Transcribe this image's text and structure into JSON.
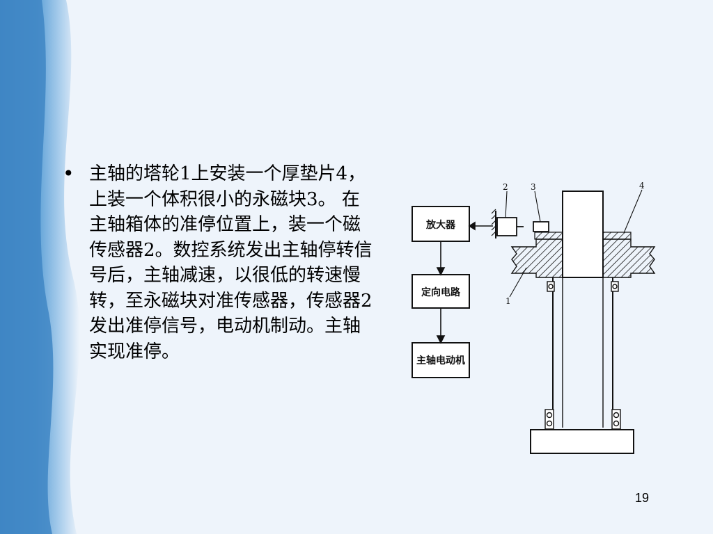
{
  "slide": {
    "bullet_text": "主轴的塔轮1上安装一个厚垫片4，上装一个体积很小的永磁块3。 在主轴箱体的准停位置上，装一个磁传感器2。数控系统发出主轴停转信号后，主轴减速，以很低的转速慢转，至永磁块对准传感器，传感器2发出准停信号，电动机制动。主轴实现准停。",
    "page_number": "19"
  },
  "diagram": {
    "box_amplifier": "放大器",
    "box_orientation_circuit": "定向电路",
    "box_spindle_motor": "主轴电动机",
    "label_1": "1",
    "label_2": "2",
    "label_3": "3",
    "label_4": "4"
  },
  "colors": {
    "background": "#eef4fb",
    "band_dark": "#4a8fc9",
    "band_light": "#cfe2f3"
  }
}
